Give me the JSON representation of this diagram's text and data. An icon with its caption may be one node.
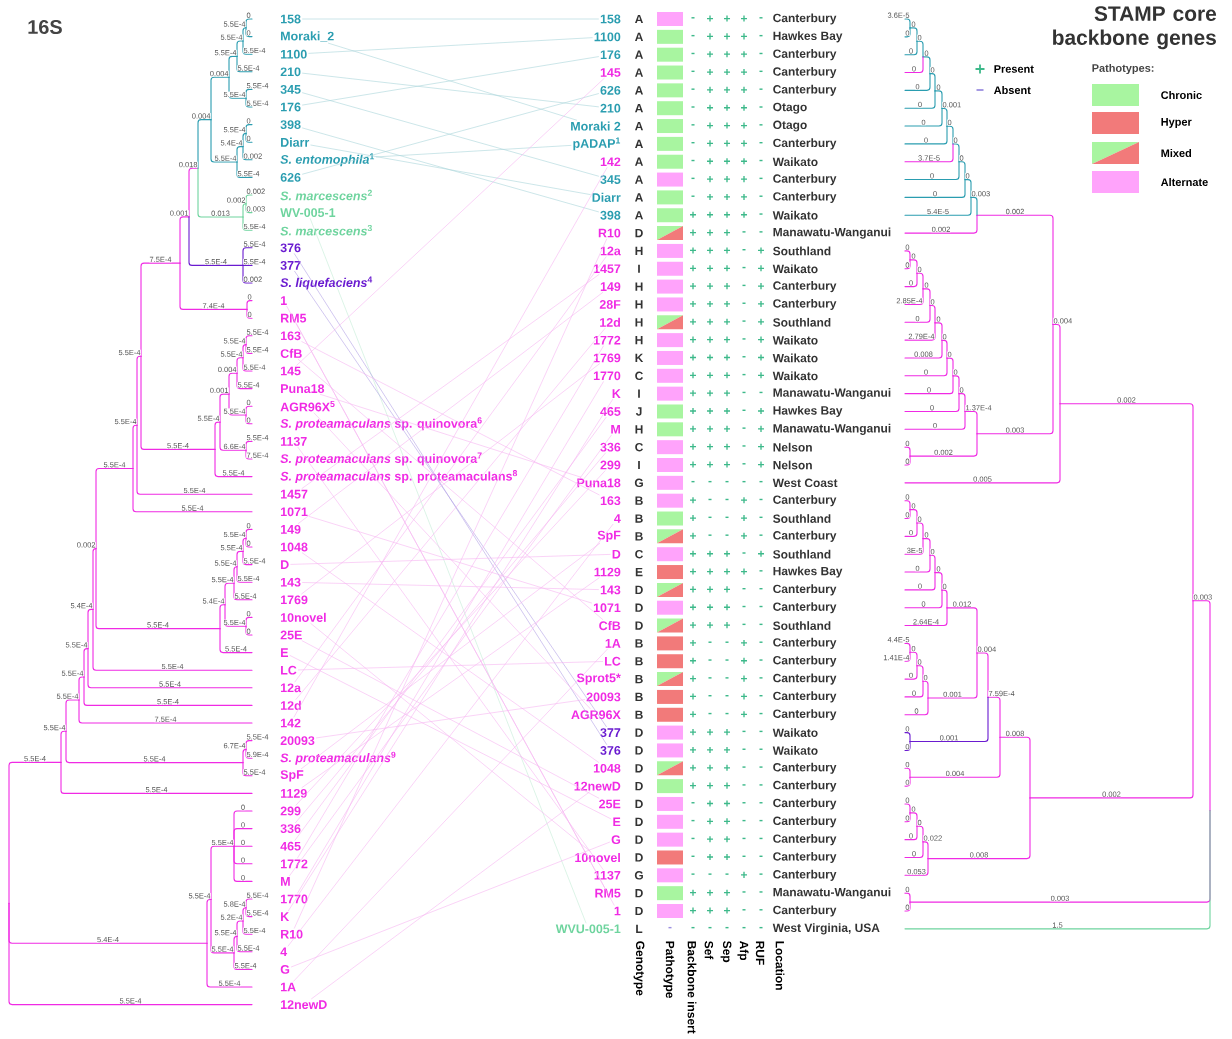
{
  "diagram": {
    "title": "STAMP core backbone genes",
    "nodes": [
      {
        "text": [
          "158"
        ]
      },
      {
        "text": [
          "Moraki_2"
        ]
      },
      {
        "text": [
          "1100"
        ]
      },
      {
        "text": [
          "210"
        ]
      },
      {
        "text": [
          "345"
        ]
      },
      {
        "text": [
          "176"
        ]
      },
      {
        "text": [
          "398"
        ]
      },
      {
        "text": [
          "Diarr"
        ]
      },
      {
        "text": [
          "*S. entomophila*$^{1}$"
        ]
      },
      {
        "text": [
          "626"
        ]
      },
      {
        "text": [
          "*S. marcescens*$^{2}$"
        ]
      },
      {
        "text": [
          "WV-005-1"
        ]
      },
      {
        "text": [
          "*S. marcescens*$^{3}$"
        ]
      },
      {
        "text": [
          "376"
        ]
      },
      {
        "text": [
          "377"
        ]
      },
      {
        "text": [
          "*S. liquefaciens*$^{4}$"
        ]
      },
      {
        "text": [
          "1"
        ]
      },
      {
        "text": [
          "RM5"
        ]
      },
      {
        "text": [
          "163"
        ]
      },
      {
        "text": [
          "CfB"
        ]
      },
      {
        "text": [
          "145"
        ]
      },
      {
        "text": [
          "Puna18"
        ]
      },
      {
        "text": [
          "AGR96X$^{5}$"
        ]
      },
      {
        "text": [
          "*S. proteamaculans* sp. quinovora$^{6}$"
        ]
      },
      {
        "text": [
          "1137"
        ]
      },
      {
        "text": [
          "*S. proteamaculans* sp. quinovora$^{7}$"
        ]
      },
      {
        "text": [
          "*S. proteamaculans* sp. proteamaculans$^{8}$"
        ]
      },
      {
        "text": [
          "1457"
        ]
      },
      {
        "text": [
          "1071"
        ]
      },
      {
        "text": [
          "149"
        ]
      },
      {
        "text": [
          "1048"
        ]
      },
      {
        "text": [
          "D"
        ]
      },
      {
        "text": [
          "143"
        ]
      },
      {
        "text": [
          "1769"
        ]
      },
      {
        "text": [
          "10novel"
        ]
      },
      {
        "text": [
          "25E"
        ]
      },
      {
        "text": [
          "E"
        ]
      },
      {
        "text": [
          "LC"
        ]
      },
      {
        "text": [
          "12a"
        ]
      },
      {
        "text": [
          "12d"
        ]
      },
      {
        "text": [
          "142"
        ]
      },
      {
        "text": [
          "20093"
        ]
      },
      {
        "text": [
          "*S. proteamaculans*$^{9}$"
        ]
      },
      {
        "text": [
          "SpF"
        ]
      },
      {
        "text": [
          "1129"
        ]
      },
      {
        "text": [
          "299"
        ]
      },
      {
        "text": [
          "336"
        ]
      },
      {
        "text": [
          "465"
        ]
      },
      {
        "text": [
          "1772"
        ]
      },
      {
        "text": [
          "M"
        ]
      },
      {
        "text": [
          "1770"
        ]
      },
      {
        "text": [
          "K"
        ]
      },
      {
        "text": [
          "R10"
        ]
      },
      {
        "text": [
          "4"
        ]
      },
      {
        "text": [
          "G"
        ]
      },
      {
        "text": [
          "1A"
        ]
      },
      {
        "text": [
          "12newD"
        ]
      },
      {
        "text": [
          "158"
        ]
      },
      {
        "text": [
          "1100"
        ]
      },
      {
        "text": [
          "176"
        ]
      },
      {
        "text": [
          "145"
        ]
      },
      {
        "text": [
          "626"
        ]
      },
      {
        "text": [
          "210"
        ]
      },
      {
        "text": [
          "Moraki 2"
        ]
      },
      {
        "text": [
          "pADAP$^{1}$"
        ]
      },
      {
        "text": [
          "142"
        ]
      },
      {
        "text": [
          "345"
        ]
      },
      {
        "text": [
          "Diarr"
        ]
      },
      {
        "text": [
          "398"
        ]
      },
      {
        "text": [
          "R10"
        ]
      },
      {
        "text": [
          "12a"
        ]
      },
      {
        "text": [
          "1457"
        ]
      },
      {
        "text": [
          "149"
        ]
      },
      {
        "text": [
          "28F"
        ]
      },
      {
        "text": [
          "12d"
        ]
      },
      {
        "text": [
          "1772"
        ]
      },
      {
        "text": [
          "1769"
        ]
      },
      {
        "text": [
          "1770"
        ]
      },
      {
        "text": [
          "K"
        ]
      },
      {
        "text": [
          "465"
        ]
      },
      {
        "text": [
          "M"
        ]
      },
      {
        "text": [
          "336"
        ]
      },
      {
        "text": [
          "299"
        ]
      },
      {
        "text": [
          "Puna18"
        ]
      },
      {
        "text": [
          "163"
        ]
      },
      {
        "text": [
          "4"
        ]
      },
      {
        "text": [
          "SpF"
        ]
      },
      {
        "text": [
          "D"
        ]
      },
      {
        "text": [
          "1129"
        ]
      },
      {
        "text": [
          "143"
        ]
      },
      {
        "text": [
          "1071"
        ]
      },
      {
        "text": [
          "CfB"
        ]
      },
      {
        "text": [
          "1A"
        ]
      },
      {
        "text": [
          "LC"
        ]
      },
      {
        "text": [
          "Sprot5*"
        ]
      },
      {
        "text": [
          "20093"
        ]
      },
      {
        "text": [
          "AGR96X"
        ]
      },
      {
        "text": [
          "377"
        ]
      },
      {
        "text": [
          "376"
        ]
      },
      {
        "text": [
          "1048"
        ]
      },
      {
        "text": [
          "12newD"
        ]
      },
      {
        "text": [
          "25E"
        ]
      },
      {
        "text": [
          "E"
        ]
      },
      {
        "text": [
          "G"
        ]
      },
      {
        "text": [
          "10novel"
        ]
      },
      {
        "text": [
          "1137"
        ]
      },
      {
        "text": [
          "RM5"
        ]
      },
      {
        "text": [
          "1"
        ]
      },
      {
        "text": [
          "WVU-005-1"
        ]
      }
    ],
    "edges": [
      {
        "from": 0,
        "to": 57,
        "arrow": "none",
        "color": "#a9d5da"
      },
      {
        "from": 1,
        "to": 63,
        "arrow": "none",
        "color": "#a9d5da"
      },
      {
        "from": 2,
        "to": 58,
        "arrow": "none",
        "color": "#a9d5da"
      },
      {
        "from": 3,
        "to": 62,
        "arrow": "none",
        "color": "#a9d5da"
      },
      {
        "from": 4,
        "to": 66,
        "arrow": "none",
        "color": "#a9d5da"
      },
      {
        "from": 5,
        "to": 59,
        "arrow": "none",
        "color": "#a9d5da"
      },
      {
        "from": 6,
        "to": 68,
        "arrow": "none",
        "color": "#a9d5da"
      },
      {
        "from": 7,
        "to": 67,
        "arrow": "none",
        "color": "#a9d5da"
      },
      {
        "from": 8,
        "to": 64,
        "arrow": "none",
        "color": "#a9d5da"
      },
      {
        "from": 9,
        "to": 61,
        "arrow": "none",
        "color": "#a9d5da"
      },
      {
        "from": 11,
        "to": 108,
        "arrow": "none",
        "color": "#c5ecd6"
      },
      {
        "from": 13,
        "to": 98,
        "arrow": "none",
        "color": "#b3a2e6"
      },
      {
        "from": 14,
        "to": 97,
        "arrow": "none",
        "color": "#b3a2e6"
      },
      {
        "from": 16,
        "to": 107,
        "arrow": "none"
      },
      {
        "from": 17,
        "to": 106,
        "arrow": "none"
      },
      {
        "from": 18,
        "to": 84,
        "arrow": "none"
      },
      {
        "from": 19,
        "to": 91,
        "arrow": "none"
      },
      {
        "from": 20,
        "to": 60,
        "arrow": "none"
      },
      {
        "from": 21,
        "to": 83,
        "arrow": "none"
      },
      {
        "from": 22,
        "to": 96,
        "arrow": "none"
      },
      {
        "from": 24,
        "to": 105,
        "arrow": "none"
      },
      {
        "from": 27,
        "to": 71,
        "arrow": "none"
      },
      {
        "from": 28,
        "to": 90,
        "arrow": "none"
      },
      {
        "from": 29,
        "to": 72,
        "arrow": "none"
      },
      {
        "from": 30,
        "to": 99,
        "arrow": "none"
      },
      {
        "from": 31,
        "to": 87,
        "arrow": "none"
      },
      {
        "from": 32,
        "to": 89,
        "arrow": "none"
      },
      {
        "from": 33,
        "to": 76,
        "arrow": "none"
      },
      {
        "from": 34,
        "to": 104,
        "arrow": "none"
      },
      {
        "from": 35,
        "to": 101,
        "arrow": "none"
      },
      {
        "from": 36,
        "to": 102,
        "arrow": "none"
      },
      {
        "from": 37,
        "to": 93,
        "arrow": "none"
      },
      {
        "from": 38,
        "to": 70,
        "arrow": "none"
      },
      {
        "from": 39,
        "to": 74,
        "arrow": "none"
      },
      {
        "from": 40,
        "to": 65,
        "arrow": "none"
      },
      {
        "from": 41,
        "to": 95,
        "arrow": "none"
      },
      {
        "from": 43,
        "to": 86,
        "arrow": "none"
      },
      {
        "from": 44,
        "to": 88,
        "arrow": "none"
      },
      {
        "from": 45,
        "to": 82,
        "arrow": "none"
      },
      {
        "from": 46,
        "to": 81,
        "arrow": "none"
      },
      {
        "from": 47,
        "to": 79,
        "arrow": "none"
      },
      {
        "from": 48,
        "to": 75,
        "arrow": "none"
      },
      {
        "from": 49,
        "to": 80,
        "arrow": "none"
      },
      {
        "from": 50,
        "to": 77,
        "arrow": "none"
      },
      {
        "from": 51,
        "to": 78,
        "arrow": "none"
      },
      {
        "from": 52,
        "to": 69,
        "arrow": "none"
      },
      {
        "from": 53,
        "to": 85,
        "arrow": "none"
      },
      {
        "from": 54,
        "to": 103,
        "arrow": "none"
      },
      {
        "from": 55,
        "to": 92,
        "arrow": "none"
      },
      {
        "from": 56,
        "to": 100,
        "arrow": "none"
      }
    ],
    "labels": [
      "16S",
      "Pathotypes:",
      "5.5E-4",
      "5.5E-4",
      "5.5E-4",
      "5.5E-4",
      "5.5E-4",
      "5.4E-4",
      "0.002",
      "5.5E-4",
      "5.5E-4",
      "5.5E-4",
      "7.5E-4",
      "0.001",
      "0.018",
      "0.004",
      "0.004",
      "5.5E-4",
      "5.5E-4",
      "5.5E-4",
      "0",
      "0",
      "5.5E-4",
      "5.5E-4",
      "5.5E-4",
      "5.5E-4",
      "5.5E-4",
      "5.5E-4",
      "5.4E-4",
      "5.5E-4",
      "0",
      "0",
      "0.002",
      "5.5E-4",
      "0.013",
      "0.002",
      "0.002",
      "0.003",
      "5.5E-4",
      "5.5E-4",
      "5.5E-4",
      "5.5E-4",
      "0.002",
      "7.4E-4",
      "0",
      "0",
      "5.5E-4",
      "5.5E-4",
      "0.001",
      "0.004",
      "5.5E-4",
      "5.5E-4",
      "5.5E-4",
      "5.5E-4",
      "5.5E-4",
      "5.5E-4",
      "5.5E-4",
      "0",
      "0",
      "6.6E-4",
      "5.5E-4",
      "7.5E-4",
      "5.5E-4",
      "5.5E-4",
      "5.5E-4",
      "5.5E-4",
      "5.4E-4",
      "5.5E-4",
      "5.5E-4",
      "5.5E-4",
      "5.5E-4",
      "0",
      "0",
      "5.5E-4",
      "5.5E-4",
      "5.5E-4",
      "5.5E-4",
      "0",
      "0",
      "5.5E-4",
      "5.5E-4",
      "5.5E-4",
      "5.5E-4",
      "7.5E-4",
      "5.5E-4",
      "6.7E-4",
      "5.5E-4",
      "5.9E-4",
      "5.5E-4",
      "5.5E-4",
      "5.4E-4",
      "5.5E-4",
      "5.5E-4",
      "0",
      "0",
      "0",
      "0",
      "0",
      "5.5E-4",
      "5.5E-4",
      "5.2E-4",
      "5.8E-4",
      "5.5E-4",
      "5.5E-4",
      "5.5E-4",
      "5.5E-4",
      "5.5E-4",
      "5.5E-4",
      "5.5E-4",
      "0.003",
      "0.002",
      "0.004",
      "0.002",
      "0.003",
      "0",
      "0",
      "0",
      "0",
      "0.001",
      "0",
      "0",
      "0",
      "0",
      "0",
      "3.6E-5",
      "0",
      "0",
      "0",
      "0",
      "0",
      "0",
      "0",
      "3.7E-5",
      "0",
      "0",
      "5.4E-5",
      "0.002",
      "0.003",
      "1.37E-4",
      "0",
      "0",
      "0",
      "0",
      "0",
      "0",
      "0",
      "0",
      "0",
      "0",
      "0",
      "0",
      "2.85E-4",
      "0",
      "2.79E-4",
      "0.008",
      "0",
      "0",
      "0",
      "0",
      "0.002",
      "0",
      "0",
      "0.005",
      "0.002",
      "0.008",
      "7.59E-4",
      "0.004",
      "0.012",
      "0",
      "0",
      "0",
      "0",
      "0",
      "0",
      "0",
      "0",
      "0",
      "3E-5",
      "0",
      "0",
      "0",
      "2.64E-4",
      "0.001",
      "0",
      "0",
      "0",
      "4.4E-5",
      "1.41E-4",
      "0",
      "0",
      "0",
      "0.001",
      "0",
      "0",
      "0.004",
      "0",
      "0",
      "0.008",
      "0.022",
      "0",
      "0",
      "0",
      "0",
      "0",
      "0",
      "0.053",
      "0.003",
      "0",
      "0",
      "1.5",
      "A",
      "-",
      "+",
      "+",
      "+",
      "-",
      "Canterbury",
      "A",
      "-",
      "+",
      "+",
      "+",
      "-",
      "Hawkes Bay",
      "A",
      "-",
      "+",
      "+",
      "+",
      "-",
      "Canterbury",
      "A",
      "-",
      "+",
      "+",
      "+",
      "-",
      "Canterbury",
      "A",
      "-",
      "+",
      "+",
      "+",
      "-",
      "Canterbury",
      "A",
      "-",
      "+",
      "+",
      "+",
      "-",
      "Otago",
      "A",
      "-",
      "+",
      "+",
      "+",
      "-",
      "Otago",
      "A",
      "-",
      "+",
      "+",
      "+",
      "-",
      "Canterbury",
      "A",
      "-",
      "+",
      "+",
      "+",
      "-",
      "Waikato",
      "A",
      "-",
      "+",
      "+",
      "+",
      "-",
      "Canterbury",
      "A",
      "-",
      "+",
      "+",
      "+",
      "-",
      "Canterbury",
      "A",
      "+",
      "+",
      "+",
      "+",
      "-",
      "Waikato",
      "D",
      "+",
      "+",
      "+",
      "-",
      "-",
      "Manawatu-Wanganui",
      "H",
      "+",
      "+",
      "+",
      "-",
      "+",
      "Southland",
      "I",
      "+",
      "+",
      "+",
      "-",
      "+",
      "Waikato",
      "H",
      "+",
      "+",
      "+",
      "-",
      "+",
      "Canterbury",
      "H",
      "+",
      "+",
      "+",
      "-",
      "+",
      "Canterbury",
      "H",
      "+",
      "+",
      "+",
      "-",
      "+",
      "Southland",
      "H",
      "+",
      "+",
      "+",
      "-",
      "+",
      "Waikato",
      "K",
      "+",
      "+",
      "+",
      "-",
      "+",
      "Waikato",
      "C",
      "+",
      "+",
      "+",
      "-",
      "+",
      "Waikato",
      "I",
      "+",
      "+",
      "+",
      "-",
      "-",
      "Manawatu-Wanganui",
      "J",
      "+",
      "+",
      "+",
      "-",
      "+",
      "Hawkes Bay",
      "H",
      "+",
      "+",
      "+",
      "-",
      "+",
      "Manawatu-Wanganui",
      "C",
      "+",
      "+",
      "+",
      "-",
      "+",
      "Nelson",
      "I",
      "+",
      "+",
      "+",
      "-",
      "+",
      "Nelson",
      "G",
      "-",
      "-",
      "-",
      "-",
      "-",
      "West Coast",
      "B",
      "+",
      "-",
      "-",
      "+",
      "-",
      "Canterbury",
      "B",
      "+",
      "-",
      "-",
      "+",
      "-",
      "Southland",
      "B",
      "+",
      "-",
      "-",
      "+",
      "-",
      "Canterbury",
      "C",
      "+",
      "+",
      "+",
      "-",
      "+",
      "Southland",
      "E",
      "+",
      "+",
      "+",
      "+",
      "-",
      "Hawkes Bay",
      "D",
      "+",
      "+",
      "+",
      "-",
      "-",
      "Canterbury",
      "D",
      "+",
      "+",
      "+",
      "-",
      "-",
      "Canterbury",
      "D",
      "+",
      "+",
      "+",
      "-",
      "-",
      "Southland",
      "B",
      "+",
      "-",
      "-",
      "+",
      "-",
      "Canterbury",
      "B",
      "+",
      "-",
      "-",
      "+",
      "-",
      "Canterbury",
      "B",
      "+",
      "-",
      "-",
      "+",
      "-",
      "Canterbury",
      "B",
      "+",
      "-",
      "-",
      "+",
      "-",
      "Canterbury",
      "B",
      "+",
      "-",
      "-",
      "+",
      "-",
      "Canterbury",
      "D",
      "+",
      "+",
      "+",
      "-",
      "-",
      "Waikato",
      "D",
      "+",
      "+",
      "+",
      "-",
      "-",
      "Waikato",
      "D",
      "+",
      "+",
      "+",
      "-",
      "-",
      "Canterbury",
      "D",
      "+",
      "+",
      "+",
      "-",
      "-",
      "Canterbury",
      "D",
      "-",
      "+",
      "+",
      "-",
      "-",
      "Canterbury",
      "D",
      "-",
      "+",
      "+",
      "-",
      "-",
      "Canterbury",
      "D",
      "-",
      "+",
      "+",
      "-",
      "-",
      "Canterbury",
      "D",
      "-",
      "+",
      "+",
      "-",
      "-",
      "Canterbury",
      "G",
      "-",
      "-",
      "-",
      "+",
      "-",
      "Canterbury",
      "D",
      "+",
      "+",
      "+",
      "-",
      "-",
      "Manawatu-Wanganui",
      "D",
      "+",
      "+",
      "+",
      "-",
      "-",
      "Canterbury",
      "L",
      "-",
      "-",
      "-",
      "-",
      "-",
      "-",
      "West Virginia, USA",
      "Genotype",
      "Pathotype",
      "Backbone insert",
      "Sef",
      "Sep",
      "Afp",
      "RUF",
      "Location"
    ],
    "legend": [
      {
        "text": "Present"
      },
      {
        "text": "Absent"
      },
      {
        "text": "Chronic",
        "color": "#a8f5a0"
      },
      {
        "text": "Hyper",
        "color": "#f27a7a"
      },
      {
        "text": "Mixed"
      },
      {
        "text": "Alternate",
        "color": "#ffa3fb"
      }
    ]
  }
}
